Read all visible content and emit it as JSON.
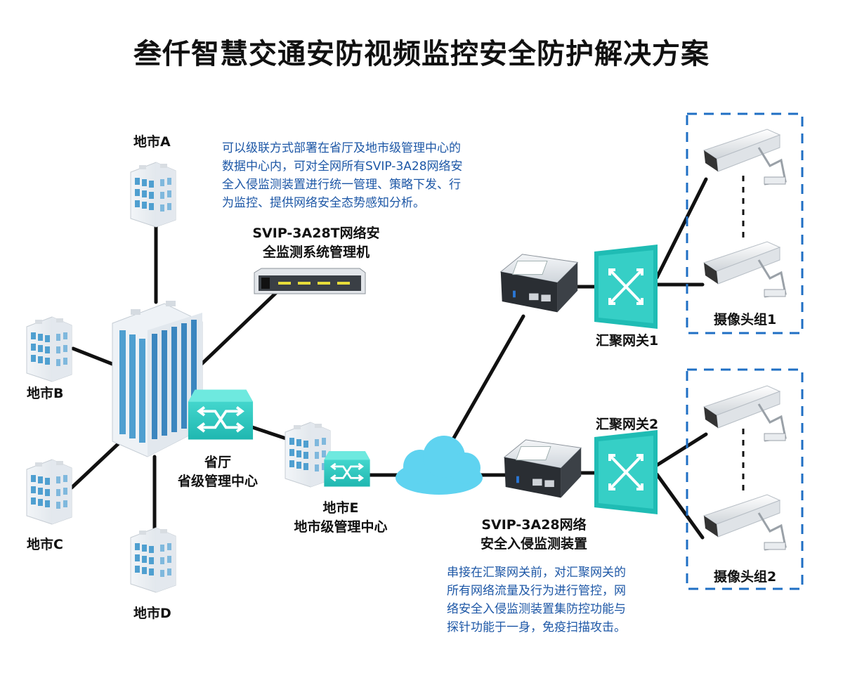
{
  "title": "叁仟智慧交通安防视频监控安全防护解决方案",
  "labels": {
    "city_a": "地市A",
    "city_b": "地市B",
    "city_c": "地市C",
    "city_d": "地市D",
    "city_e_line1": "地市E",
    "city_e_line2": "地市级管理中心",
    "province_line1": "省厅",
    "province_line2": "省级管理中心",
    "mgmt_line1": "SVIP-3A28T网络安",
    "mgmt_line2": "全监测系统管理机",
    "device_line1": "SVIP-3A28网络",
    "device_line2": "安全入侵监测装置",
    "gateway1": "汇聚网关1",
    "gateway2": "汇聚网关2",
    "camera_group1": "摄像头组1",
    "camera_group2": "摄像头组2"
  },
  "notes": {
    "top": [
      "可以级联方式部署在省厅及地市级管理中心的",
      "数据中心内，可对全网所有SVIP-3A28网络安",
      "全入侵监测装置进行统一管理、策略下发、行",
      "为监控、提供网络安全态势感知分析。"
    ],
    "bottom": [
      "串接在汇聚网关前，对汇聚网关的",
      "所有网络流量及行为进行管控，网",
      "络安全入侵监测装置集防控功能与",
      "探针功能于一身，免疫扫描攻击。"
    ]
  },
  "colors": {
    "switch": "#2ec7c0",
    "cloud": "#5fd3f0",
    "note": "#1d57a6",
    "dashed_box": "#1f6fc4",
    "building_window": "#4f9fd0"
  }
}
